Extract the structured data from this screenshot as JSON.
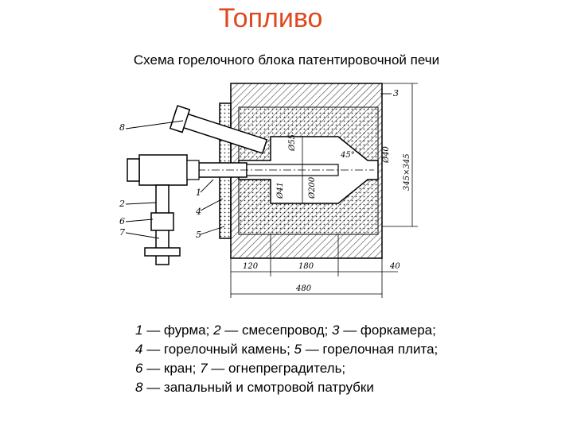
{
  "title": "Топливо",
  "subtitle": "Схема горелочного блока патентировочной печи",
  "diagram": {
    "part_labels": [
      "8",
      "2",
      "6",
      "7",
      "1",
      "4",
      "5",
      "3"
    ],
    "dimensions": {
      "d55": "Ø55",
      "d41": "Ø41",
      "d200": "Ø200",
      "angle": "45°",
      "d40": "Ø40",
      "size345": "345×345",
      "w120": "120",
      "w180": "180",
      "w40": "40",
      "w480": "480"
    }
  },
  "legend": [
    {
      "n1": "1",
      "t1": " — фурма; ",
      "n2": "2",
      "t2": " — смесепровод; ",
      "n3": "3",
      "t3": " — форкамера;"
    },
    {
      "n1": "4",
      "t1": " — горелочный камень; ",
      "n2": "5",
      "t2": " — горелочная плита;",
      "n3": "",
      "t3": ""
    },
    {
      "n1": "6",
      "t1": " — кран; ",
      "n2": "7",
      "t2": " — огнепреградитель;",
      "n3": "",
      "t3": ""
    },
    {
      "n1": "8",
      "t1": " — запальный и смотровой патрубки",
      "n2": "",
      "t2": "",
      "n3": "",
      "t3": ""
    }
  ]
}
